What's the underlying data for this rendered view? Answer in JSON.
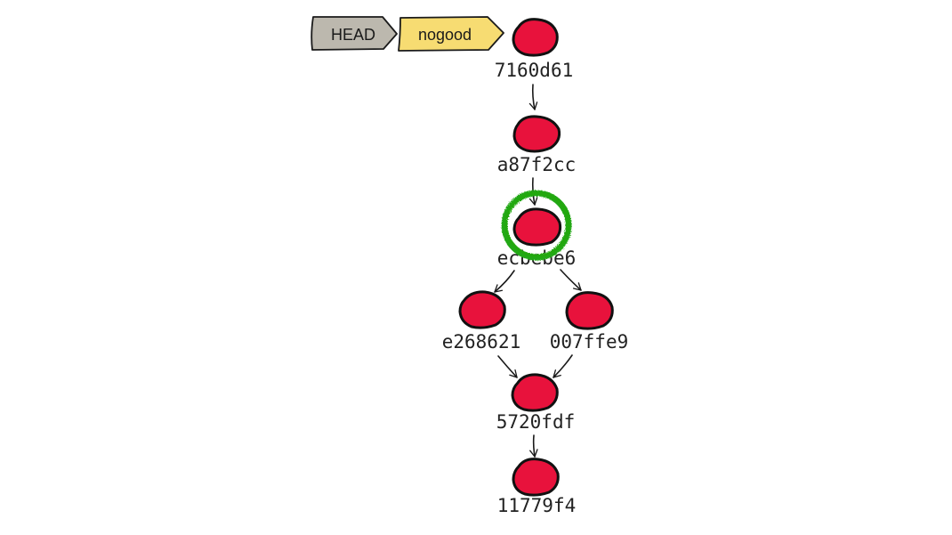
{
  "colors": {
    "commit_fill": "#e8123c",
    "commit_stroke": "#111111",
    "head_fill": "#bcb8ae",
    "branch_fill": "#f7dc72",
    "highlight": "#22a812",
    "edge": "#1a1a1a"
  },
  "refs": {
    "head_label": "HEAD",
    "branch_label": "nogood"
  },
  "commits": {
    "c1": "7160d61",
    "c2": "a87f2cc",
    "c3": "ecbebe6",
    "c4": "e268621",
    "c5": "007ffe9",
    "c6": "5720fdf",
    "c7": "11779f4"
  },
  "highlighted_commit": "ecbebe6"
}
